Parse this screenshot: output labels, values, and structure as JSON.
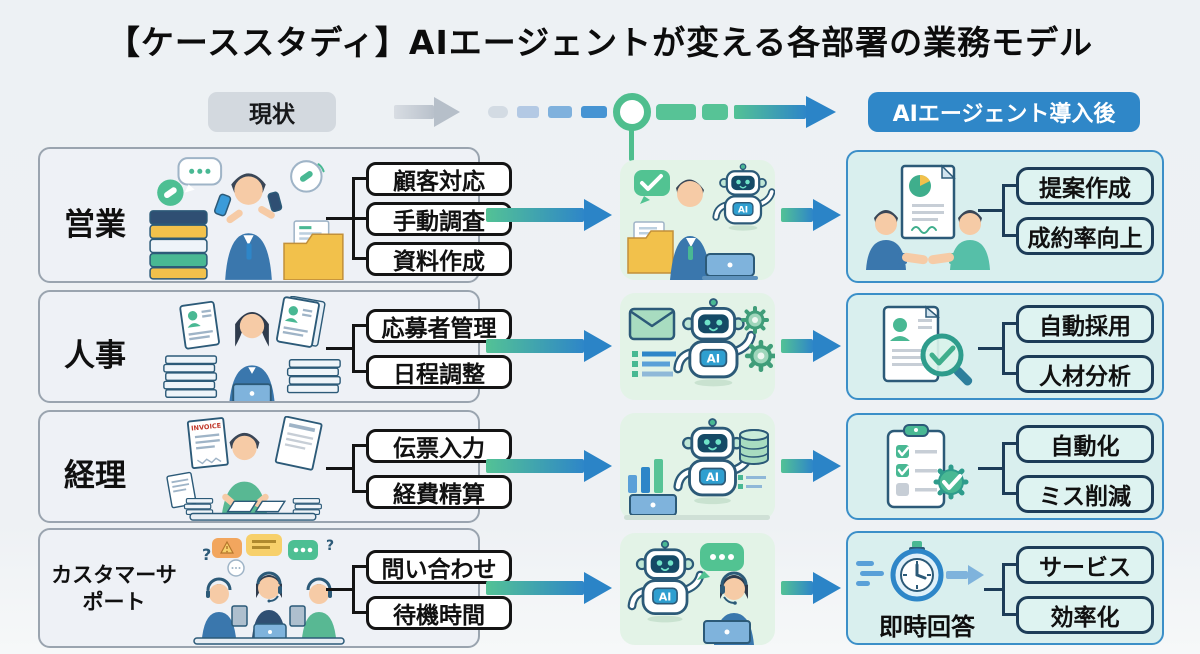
{
  "title": "【ケーススタディ】AIエージェントが変える各部署の業務モデル",
  "header": {
    "current_label": "現状",
    "after_label": "AIエージェント導入後"
  },
  "robot_label": "AI",
  "glyphs": {
    "question": "?",
    "invoice": "INVOICE"
  },
  "colors": {
    "accent_blue": "#2f87c8",
    "accent_green": "#57c396",
    "current_box_bg": "#eef1f6",
    "current_box_border": "#9aa4af",
    "ai_box_bg": "#e3f3e7",
    "after_box_bg": "#d9efee",
    "after_box_border": "#3b8fc8",
    "badge_bg": "#2f87c8",
    "chip_bg": "#d3d9df"
  },
  "rows": [
    {
      "department": "営業",
      "current_tags": [
        "顧客対応",
        "手動調査",
        "資料作成"
      ],
      "after_tags": [
        "提案作成",
        "成約率向上"
      ],
      "current_illustration": "overloaded-salesperson-with-phones-and-binders",
      "ai_illustration": "salesperson-working-with-ai-robot",
      "after_illustration": "handshake-over-proposal-document"
    },
    {
      "department": "人事",
      "current_tags": [
        "応募者管理",
        "日程調整"
      ],
      "after_tags": [
        "自動採用",
        "人材分析"
      ],
      "current_illustration": "hr-staff-with-resume-piles",
      "ai_illustration": "ai-robot-sorting-mail-and-gears",
      "after_illustration": "resume-screening-magnifier-check"
    },
    {
      "department": "経理",
      "current_tags": [
        "伝票入力",
        "経費精算"
      ],
      "after_tags": [
        "自動化",
        "ミス削減"
      ],
      "current_illustration": "accountant-buried-in-invoices",
      "ai_illustration": "ai-robot-with-charts-and-database",
      "after_illustration": "checklist-with-automation-gear"
    },
    {
      "department": "カスタマーサポート",
      "current_tags": [
        "問い合わせ",
        "待機時間"
      ],
      "after_tags": [
        "サービス",
        "効率化"
      ],
      "after_caption": "即時回答",
      "current_illustration": "busy-call-center-team",
      "ai_illustration": "ai-chatbot-with-operator",
      "after_illustration": "stopwatch-instant-response"
    }
  ]
}
